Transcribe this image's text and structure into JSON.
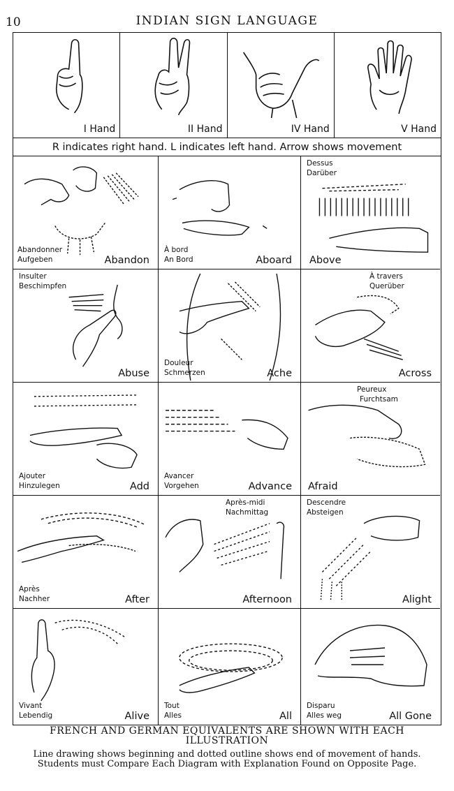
{
  "header": {
    "page_number": "10",
    "title": "INDIAN SIGN LANGUAGE"
  },
  "hands": [
    {
      "label": "I Hand",
      "icon": "one-finger-hand-icon"
    },
    {
      "label": "II Hand",
      "icon": "two-finger-hand-icon"
    },
    {
      "label": "IV Hand",
      "icon": "thumb-finger-hand-icon"
    },
    {
      "label": "V Hand",
      "icon": "open-palm-hand-icon"
    }
  ],
  "legend": "R indicates right hand.  L indicates left hand.  Arrow shows movement",
  "signs": [
    {
      "english": "Abandon",
      "french": "Abandonner",
      "german": "Aufgeben"
    },
    {
      "english": "Aboard",
      "french": "À bord",
      "german": "An Bord"
    },
    {
      "english": "Above",
      "french": "Dessus",
      "german": "Darüber"
    },
    {
      "english": "Abuse",
      "french": "Insulter",
      "german": "Beschimpfen"
    },
    {
      "english": "Ache",
      "french": "Douleur",
      "german": "Schmerzen"
    },
    {
      "english": "Across",
      "french": "À travers",
      "german": "Querüber"
    },
    {
      "english": "Add",
      "french": "Ajouter",
      "german": "Hinzulegen"
    },
    {
      "english": "Advance",
      "french": "Avancer",
      "german": "Vorgehen"
    },
    {
      "english": "Afraid",
      "french": "Peureux",
      "german": "Furchtsam"
    },
    {
      "english": "After",
      "french": "Après",
      "german": "Nachher"
    },
    {
      "english": "Afternoon",
      "french": "Après-midi",
      "german": "Nachmittag"
    },
    {
      "english": "Alight",
      "french": "Descendre",
      "german": "Absteigen"
    },
    {
      "english": "Alive",
      "french": "Vivant",
      "german": "Lebendig"
    },
    {
      "english": "All",
      "french": "Tout",
      "german": "Alles"
    },
    {
      "english": "All Gone",
      "french": "Disparu",
      "german": "Alles weg"
    }
  ],
  "footer": {
    "line1": "FRENCH AND GERMAN EQUIVALENTS ARE SHOWN WITH EACH ILLUSTRATION",
    "line2": "Line drawing shows beginning and dotted outline shows end of movement of hands.",
    "line3": "Students must Compare Each Diagram with Explanation Found on Opposite Page."
  }
}
